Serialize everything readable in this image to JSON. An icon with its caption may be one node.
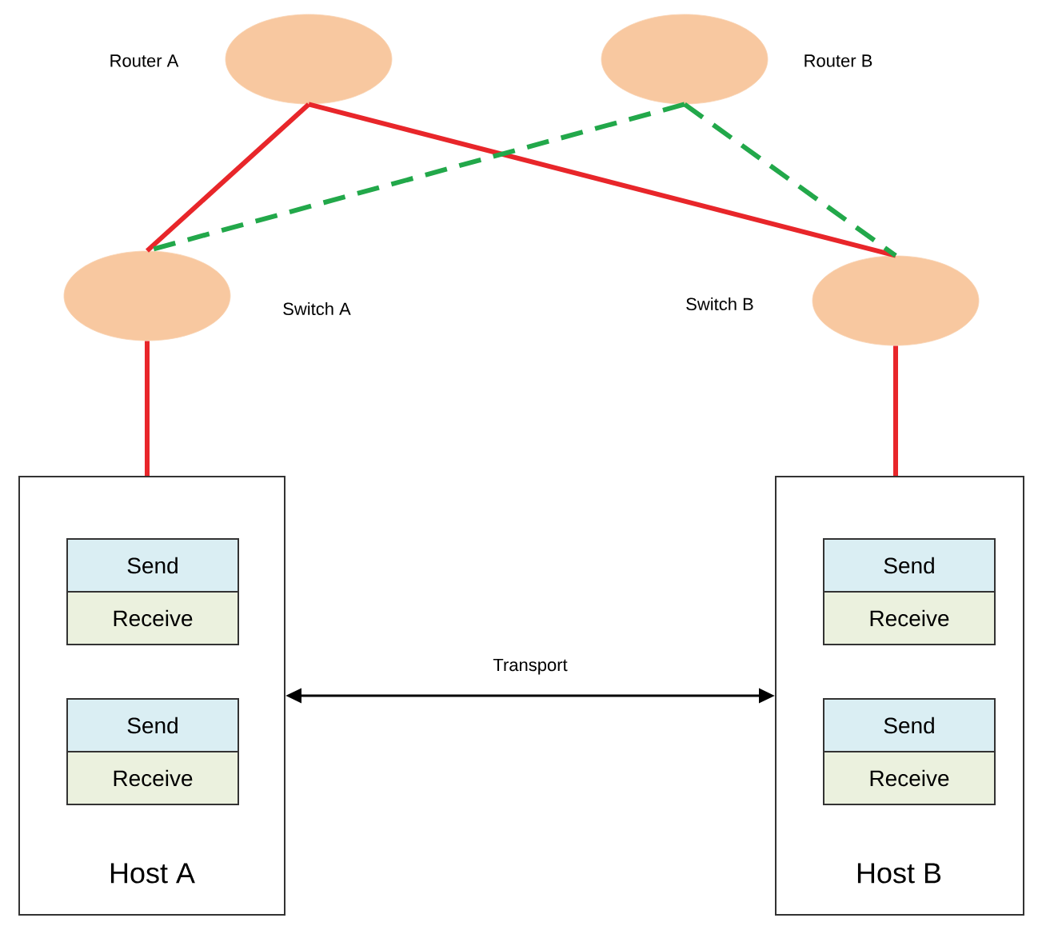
{
  "diagram": {
    "nodes": [
      {
        "text": [
          "Router A"
        ]
      },
      {
        "text": [
          "Router B"
        ]
      },
      {
        "text": [
          "Switch A"
        ]
      },
      {
        "text": [
          "Switch B"
        ]
      },
      {
        "text": [
          "Host A"
        ]
      },
      {
        "text": [
          "Send"
        ],
        "in": 4
      },
      {
        "text": [
          "Receive"
        ],
        "in": 4
      },
      {
        "text": [
          "Send"
        ],
        "in": 4
      },
      {
        "text": [
          "Receive"
        ],
        "in": 4
      },
      {
        "text": [
          "Host B"
        ]
      },
      {
        "text": [
          "Send"
        ],
        "in": 9
      },
      {
        "text": [
          "Receive"
        ],
        "in": 9
      },
      {
        "text": [
          "Send"
        ],
        "in": 9
      },
      {
        "text": [
          "Receive"
        ],
        "in": 9
      }
    ],
    "edges": [
      {
        "from": 0,
        "to": 2,
        "arrow": "none"
      },
      {
        "from": 0,
        "to": 3,
        "arrow": "none"
      },
      {
        "from": 1,
        "to": 2,
        "arrow": "none",
        "style": "dashed",
        "color": "#22a84a"
      },
      {
        "from": 1,
        "to": 3,
        "arrow": "none",
        "style": "dashed",
        "color": "#22a84a"
      },
      {
        "from": 2,
        "to": 4,
        "arrow": "none"
      },
      {
        "from": 3,
        "to": 9,
        "arrow": "none"
      },
      {
        "from": 4,
        "to": 9,
        "arrow": "both",
        "label": "Transport",
        "color": "#000000"
      }
    ]
  }
}
